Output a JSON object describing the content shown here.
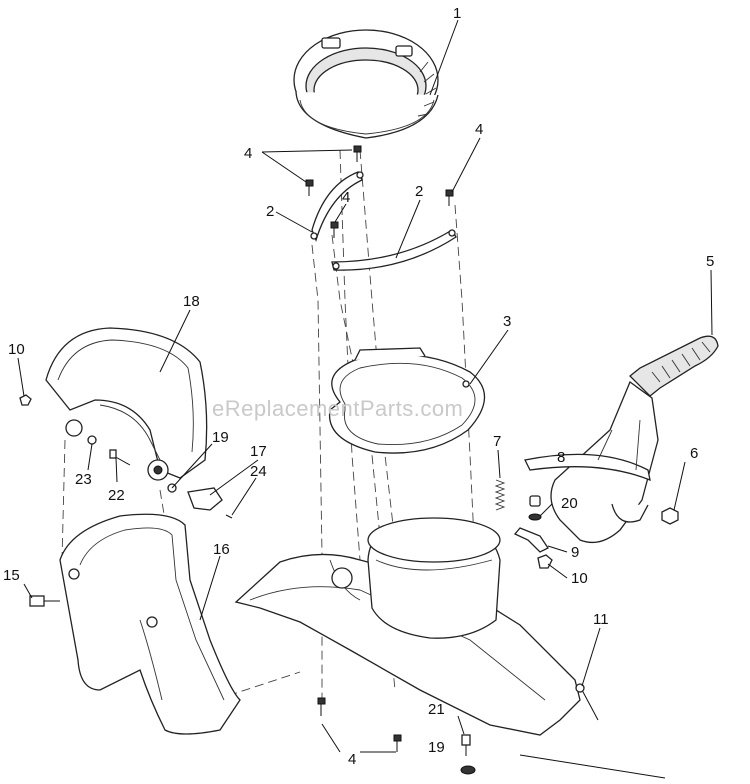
{
  "watermark": "eReplacementParts.com",
  "callouts": [
    {
      "id": "c1",
      "text": "1"
    },
    {
      "id": "c4a",
      "text": "4"
    },
    {
      "id": "c4b",
      "text": "4"
    },
    {
      "id": "c2a",
      "text": "2"
    },
    {
      "id": "c4c",
      "text": "4"
    },
    {
      "id": "c2b",
      "text": "2"
    },
    {
      "id": "c5",
      "text": "5"
    },
    {
      "id": "c18",
      "text": "18"
    },
    {
      "id": "c3",
      "text": "3"
    },
    {
      "id": "c10a",
      "text": "10"
    },
    {
      "id": "c19a",
      "text": "19"
    },
    {
      "id": "c17",
      "text": "17"
    },
    {
      "id": "c23",
      "text": "23"
    },
    {
      "id": "c22",
      "text": "22"
    },
    {
      "id": "c24",
      "text": "24"
    },
    {
      "id": "c7",
      "text": "7"
    },
    {
      "id": "c8",
      "text": "8"
    },
    {
      "id": "c6",
      "text": "6"
    },
    {
      "id": "c20",
      "text": "20"
    },
    {
      "id": "c9",
      "text": "9"
    },
    {
      "id": "c10b",
      "text": "10"
    },
    {
      "id": "c16",
      "text": "16"
    },
    {
      "id": "c15",
      "text": "15"
    },
    {
      "id": "c11",
      "text": "11"
    },
    {
      "id": "c21",
      "text": "21"
    },
    {
      "id": "c4d",
      "text": "4"
    },
    {
      "id": "c19b",
      "text": "19"
    }
  ]
}
